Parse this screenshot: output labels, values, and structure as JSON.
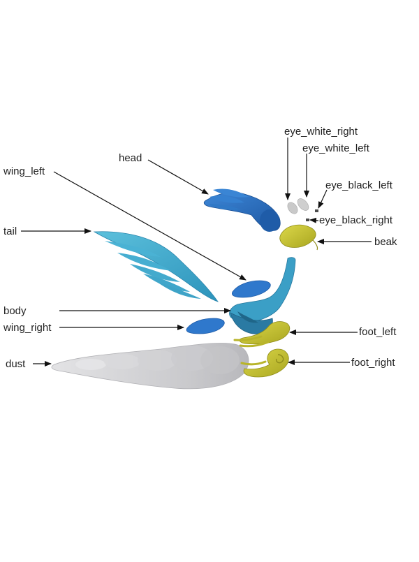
{
  "labels": {
    "eye_white_right": "eye_white_right",
    "eye_white_left": "eye_white_left",
    "head": "head",
    "wing_left": "wing_left",
    "eye_black_left": "eye_black_left",
    "eye_black_right": "eye_black_right",
    "tail": "tail",
    "beak": "beak",
    "body": "body",
    "wing_right": "wing_right",
    "foot_left": "foot_left",
    "dust": "dust",
    "foot_right": "foot_right"
  },
  "colors": {
    "head_blue": "#2f73c4",
    "head_blue_dark": "#1f5ca8",
    "wing_blue": "#2f78cc",
    "tail_cyan": "#3aa7c9",
    "body_cyan": "#3b9fc6",
    "body_dark": "#2a7aa3",
    "beak_yellow": "#c8c432",
    "foot_yellow": "#c6c62e",
    "eye_white": "#c9c9c9",
    "eye_black": "#4a4a4a",
    "dust_grey": "#cdcdcf",
    "arrow": "#111111"
  }
}
